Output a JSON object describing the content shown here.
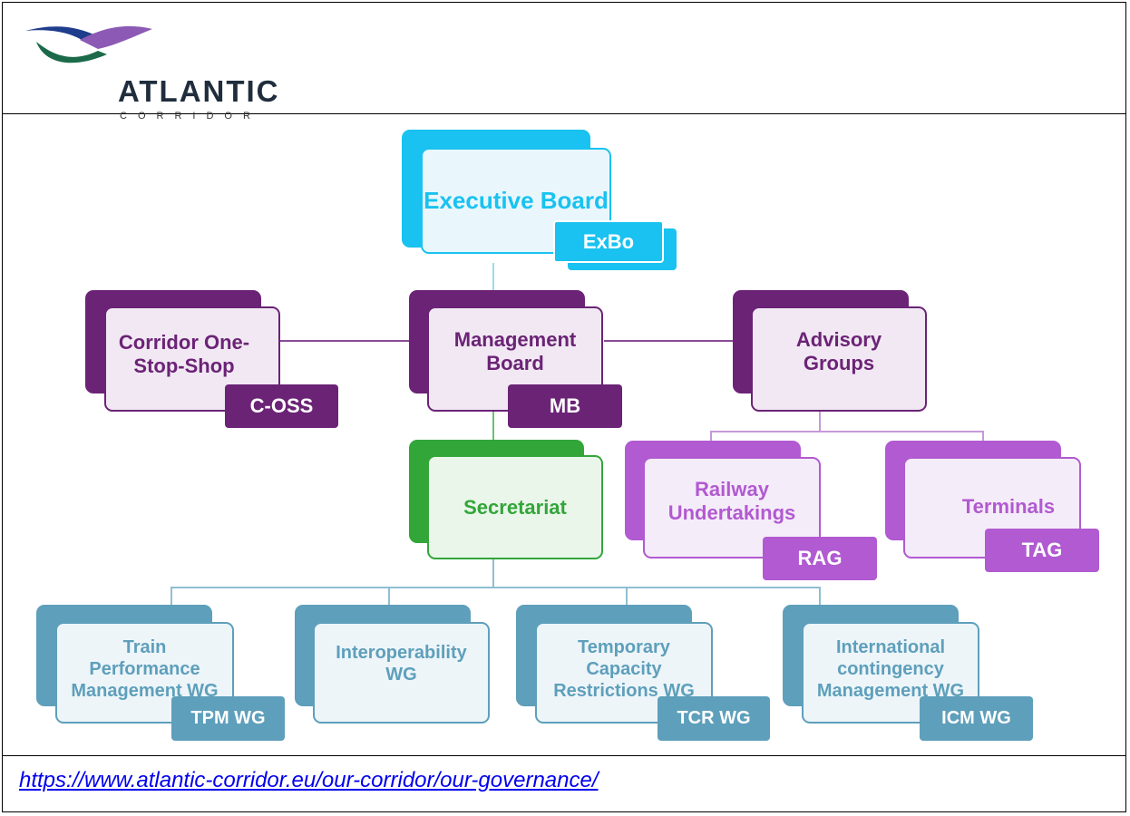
{
  "header": {
    "logo_word": "ATLANTIC",
    "logo_sub": "CORRIDOR"
  },
  "org_chart": {
    "executive_board": {
      "title": "Executive Board",
      "tag": "ExBo"
    },
    "management_board": {
      "title": "Management Board",
      "tag": "MB"
    },
    "c_oss": {
      "title": "Corridor One-Stop-Shop",
      "tag": "C-OSS"
    },
    "advisory_groups": {
      "title": "Advisory Groups"
    },
    "secretariat": {
      "title": "Secretariat"
    },
    "railway_undertakings": {
      "title": "Railway Undertakings",
      "tag": "RAG"
    },
    "terminals": {
      "title": "Terminals",
      "tag": "TAG"
    },
    "working_groups": [
      {
        "title": "Train Performance Management WG",
        "tag": "TPM WG"
      },
      {
        "title": "Interoperability WG",
        "tag": ""
      },
      {
        "title": "Temporary Capacity Restrictions WG",
        "tag": "TCR WG"
      },
      {
        "title": "International contingency Management WG",
        "tag": "ICM WG"
      }
    ]
  },
  "colors": {
    "executive": "#19c2f0",
    "management": "#6b2376",
    "secretariat": "#33a63a",
    "advisory_sub": "#b15ad1",
    "working_group": "#5e9fbb"
  },
  "footer": {
    "url": "https://www.atlantic-corridor.eu/our-corridor/our-governance/"
  }
}
